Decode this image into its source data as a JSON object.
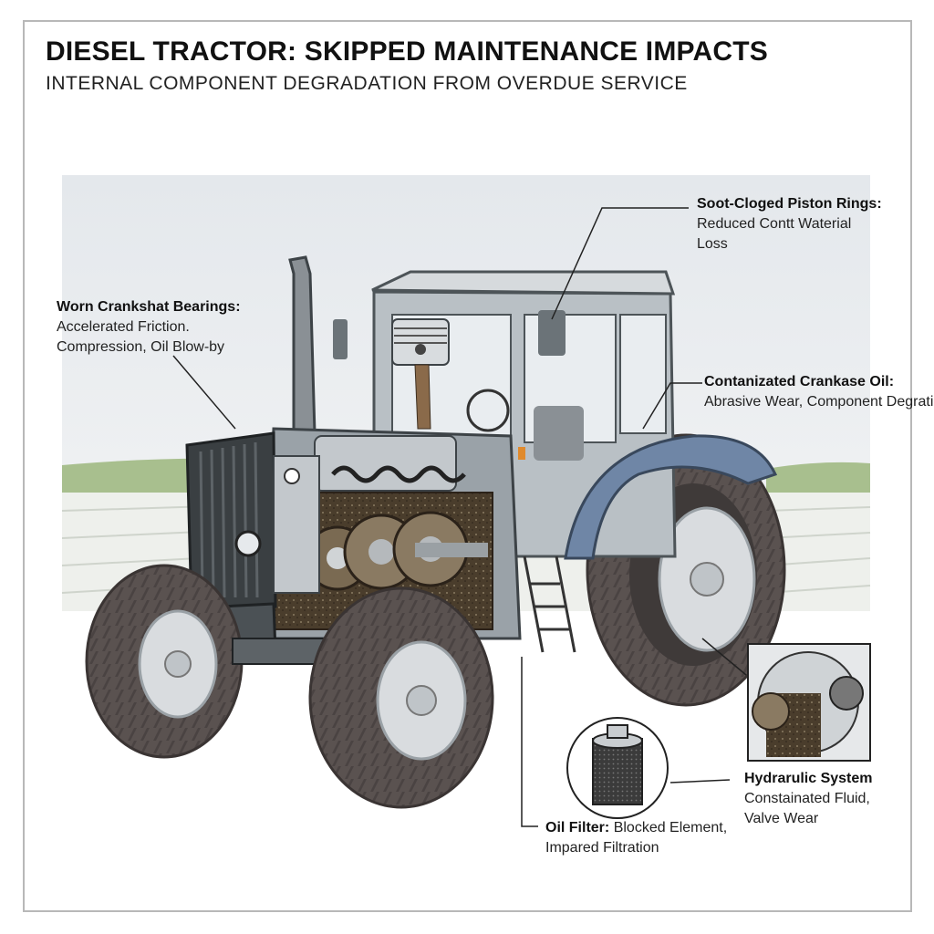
{
  "title": "DIESEL TRACTOR: SKIPPED MAINTENANCE IMPACTS",
  "subtitle": "INTERNAL COMPONENT DEGRADATION FROM OVERDUE SERVICE",
  "callouts": {
    "piston_rings": {
      "heading": "Soot-Cloged Piston Rings:",
      "line1": "Reduced Contt Waterial",
      "line2": "Loss"
    },
    "crankshaft": {
      "heading": "Worn Crankshat Bearings:",
      "line1": "Accelerated Friction.",
      "line2": "Compression, Oil Blow-by"
    },
    "crankcase_oil": {
      "heading": "Contanizated Crankase Oil:",
      "line1": "Abrasive Wear, Component Degratio"
    },
    "hydraulic": {
      "heading": "Hydrarulic System",
      "line1": "Constainated Fluid,",
      "line2": "Valve Wear"
    },
    "oil_filter": {
      "heading": "Oil Filter:",
      "line1_rest": "Blocked Element,",
      "line2": "Impared Filtration"
    }
  },
  "colors": {
    "tire": "#5a5250",
    "body": "#8c959c",
    "fender_blue": "#6f86a6",
    "engine_sludge": "#4a3d2c",
    "grass": "#a8bf8e"
  }
}
